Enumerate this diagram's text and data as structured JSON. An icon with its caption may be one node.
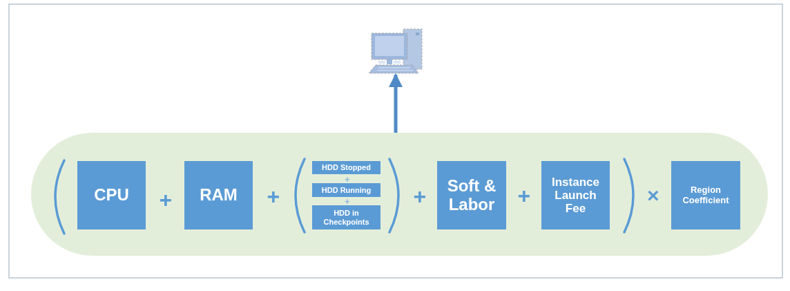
{
  "diagram": {
    "nodes": [
      {
        "text": [],
        "shape": "picture"
      },
      {
        "text": [],
        "shape": "band"
      },
      {
        "text": [
          "CPU"
        ],
        "in": 1
      },
      {
        "text": [
          "RAM"
        ],
        "in": 1
      },
      {
        "text": [
          "HDD Stopped"
        ],
        "in": 1
      },
      {
        "text": [
          "HDD Running"
        ],
        "in": 1
      },
      {
        "text": [
          "HDD in Checkpoints"
        ],
        "in": 1
      },
      {
        "text": [
          "Soft & Labor"
        ],
        "in": 1
      },
      {
        "text": [
          "Instance Launch Fee"
        ],
        "in": 1
      },
      {
        "text": [
          "Region Coefficient"
        ],
        "in": 1
      }
    ],
    "edges": [
      {
        "from": 1,
        "to": 0,
        "arrow": "to"
      }
    ],
    "labels": [
      "+",
      "+",
      "+",
      "+",
      "+",
      "+",
      "×"
    ]
  }
}
